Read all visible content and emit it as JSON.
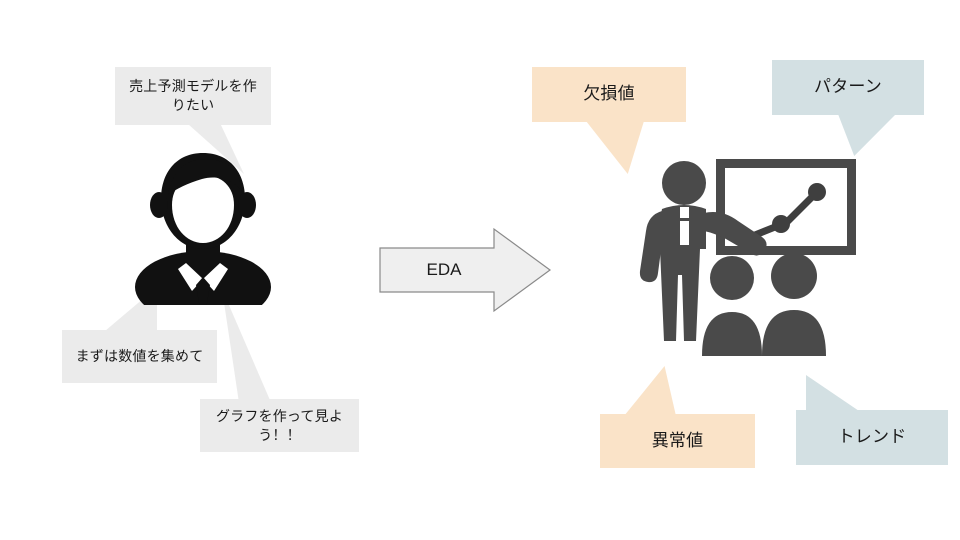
{
  "diagram": {
    "title_text": "EDA process diagram",
    "colors": {
      "gray_bubble": "#ebebeb",
      "peach_bubble": "#fae3c8",
      "blue_bubble": "#d3e0e3",
      "avatar_black": "#111111",
      "presenter_gray": "#4a4a4a",
      "arrow_fill": "#efefef",
      "arrow_stroke": "#8a8a8a",
      "background": "#ffffff"
    },
    "left": {
      "avatar_name": "businessman-silhouette",
      "bubbles": [
        {
          "id": "goal",
          "text": "売上予測モデルを作りたい",
          "style": "gray"
        },
        {
          "id": "collect",
          "text": "まずは数値を集めて",
          "style": "gray"
        },
        {
          "id": "graph",
          "text": "グラフを作って見よう！！",
          "style": "gray"
        }
      ]
    },
    "arrow": {
      "label": "EDA",
      "direction": "right"
    },
    "right": {
      "icon_name": "presentation-with-chart-icon",
      "chart_on_board": "rising-line-chart",
      "bubbles": [
        {
          "id": "missing",
          "text": "欠損値",
          "style": "peach"
        },
        {
          "id": "pattern",
          "text": "パターン",
          "style": "blue"
        },
        {
          "id": "outlier",
          "text": "異常値",
          "style": "peach"
        },
        {
          "id": "trend",
          "text": "トレンド",
          "style": "blue"
        }
      ]
    }
  }
}
